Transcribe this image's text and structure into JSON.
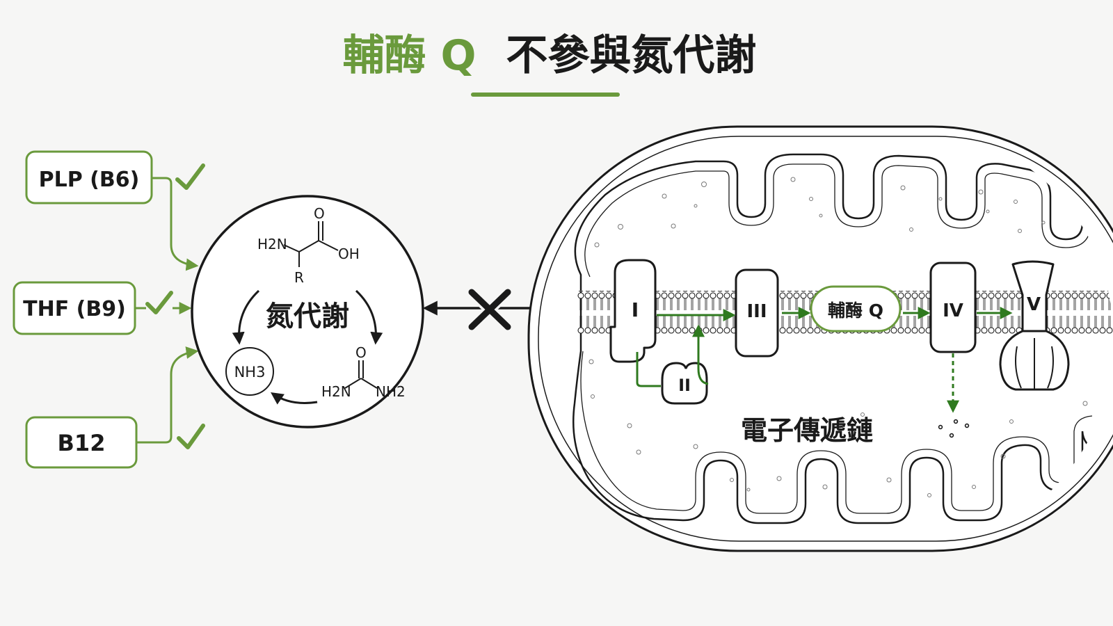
{
  "title": {
    "highlight": "輔酶 Q",
    "rest": "不參與氮代謝",
    "accent_color": "#6a9a3c"
  },
  "cofactors": [
    {
      "label": "PLP (B6)",
      "status": "check"
    },
    {
      "label": "THF (B9)",
      "status": "check"
    },
    {
      "label": "B12",
      "status": "check"
    }
  ],
  "nitrogen_cycle": {
    "label": "氮代謝",
    "amino_acid": {
      "amine": "H2N",
      "carbonyl": "O",
      "hydroxyl": "OH",
      "side_chain": "R"
    },
    "ammonia": "NH3",
    "urea": {
      "carbonyl": "O",
      "left_amine": "H2N",
      "right_amine": "NH2"
    }
  },
  "blocked_link": {
    "icon": "x-icon"
  },
  "etc": {
    "label": "電子傳遞鏈",
    "complexes": [
      "I",
      "II",
      "III",
      "IV",
      "V"
    ],
    "coq_label": "輔酶 Q"
  },
  "colors": {
    "accent_green": "#6a9a3c",
    "flow_green": "#2f7a1f",
    "ink": "#1a1a1a",
    "background": "#f6f6f5"
  }
}
